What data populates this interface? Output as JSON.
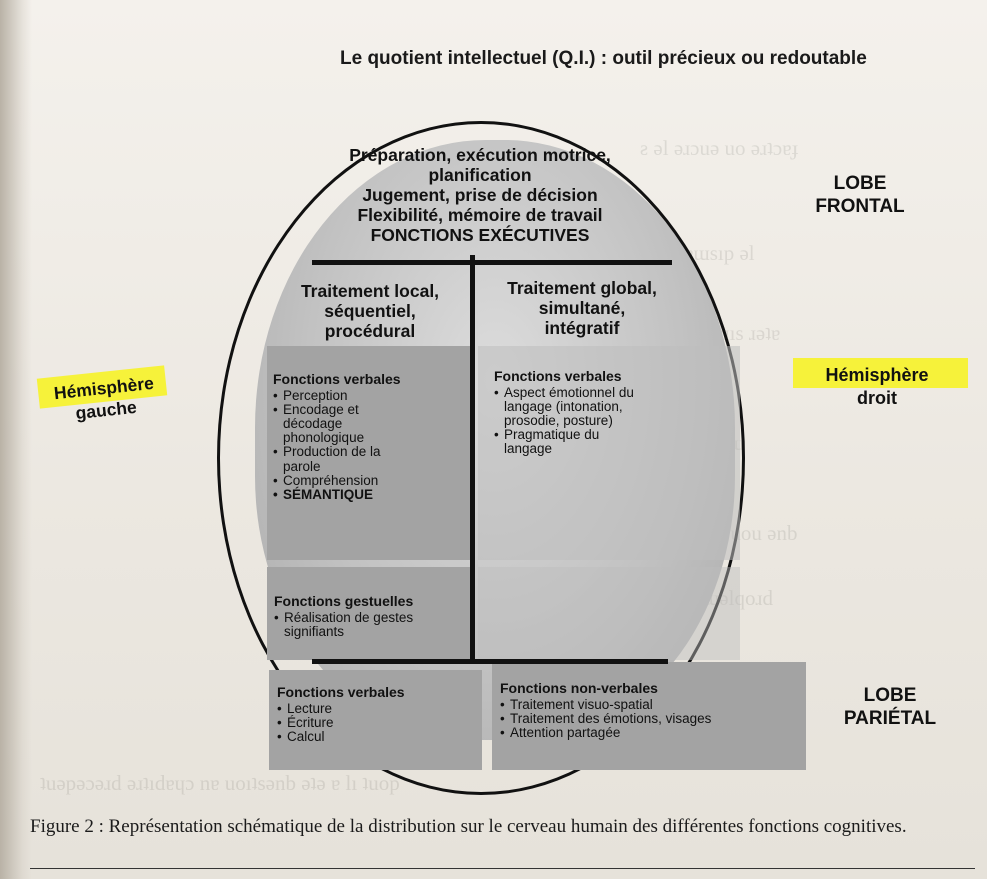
{
  "header": {
    "title": "Le quotient intellectuel (Q.I.) : outil précieux ou redoutable"
  },
  "highlight_color": "#f6f23a",
  "frontal": {
    "lines": [
      "Préparation, exécution motrice,",
      "planification",
      "Jugement, prise de décision",
      "Flexibilité, mémoire de travail",
      "FONCTIONS EXÉCUTIVES"
    ],
    "lobe_label_1": "LOBE",
    "lobe_label_2": "FRONTAL"
  },
  "hemispheres": {
    "left_1": "Hémisphère",
    "left_2": "gauche",
    "right_1": "Hémisphère",
    "right_2": "droit"
  },
  "processing": {
    "left": [
      "Traitement local,",
      "séquentiel,",
      "procédural"
    ],
    "right": [
      "Traitement global,",
      "simultané,",
      "intégratif"
    ]
  },
  "verbal_left": {
    "title": "Fonctions verbales",
    "items": [
      "Perception",
      "Encodage et décodage phonologique",
      "Production de la parole",
      "Compréhension",
      "SÉMANTIQUE"
    ]
  },
  "verbal_right": {
    "title": "Fonctions verbales",
    "items": [
      "Aspect émotionnel du langage (intonation, prosodie, posture)",
      "Pragmatique du langage"
    ]
  },
  "gestural": {
    "title": "Fonctions gestuelles",
    "items": [
      "Réalisation de gestes signifiants"
    ]
  },
  "parietal": {
    "left_title": "Fonctions verbales",
    "left_items": [
      "Lecture",
      "Écriture",
      "Calcul"
    ],
    "right_title": "Fonctions non-verbales",
    "right_items": [
      "Traitement visuo-spatial",
      "Traitement des émotions, visages",
      "Attention partagée"
    ],
    "lobe_label_1": "LOBE",
    "lobe_label_2": "PARIÉTAL"
  },
  "caption": {
    "text": "Figure 2 : Représentation schématique de la distribution sur le cerveau humain des différentes fonctions cognitives."
  }
}
